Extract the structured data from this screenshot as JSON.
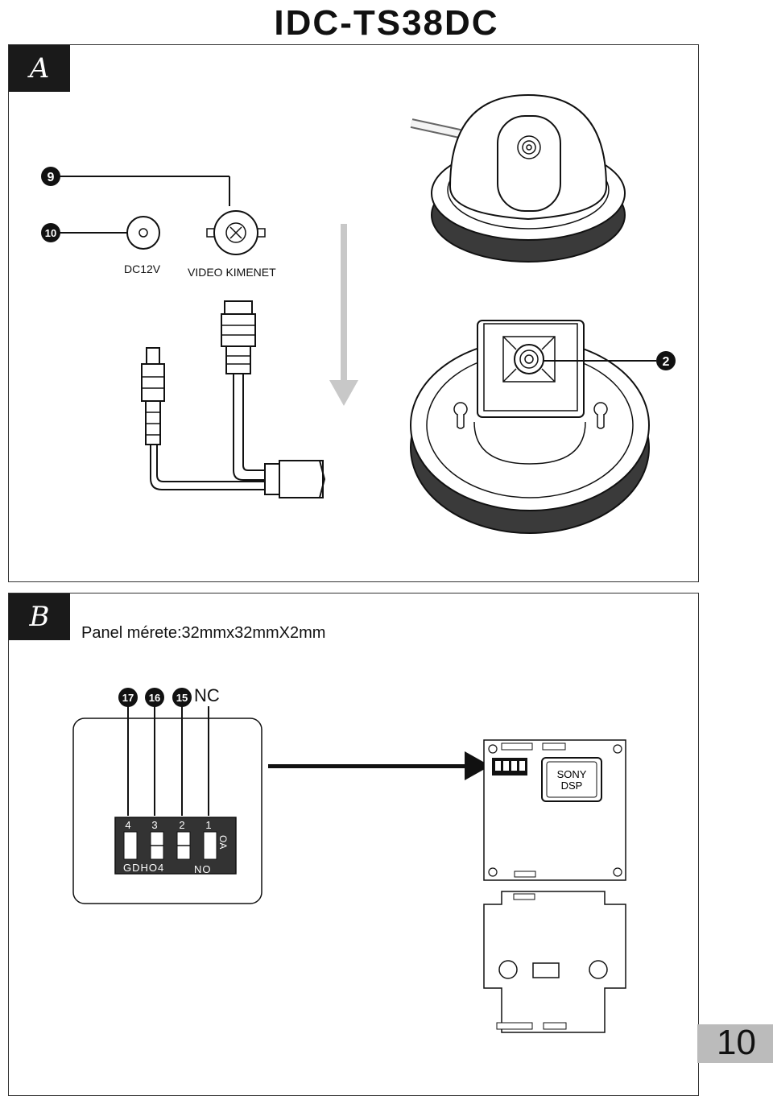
{
  "title": "IDC-TS38DC",
  "panel_a": {
    "tag": "A",
    "callouts": [
      "9",
      "10",
      "2"
    ],
    "dc_label": "DC12V",
    "video_label": "VIDEO KIMENET"
  },
  "panel_b": {
    "tag": "B",
    "size_label": "Panel mérete:32mmx32mmX2mm",
    "callouts": [
      "17",
      "16",
      "15"
    ],
    "nc_label": "NC",
    "switch_numbers": [
      "4",
      "3",
      "2",
      "1"
    ],
    "switch_bottom_left": "GDHO4",
    "switch_bottom_right": "NO",
    "switch_side": "OA",
    "chip_line1": "SONY",
    "chip_line2": "DSP"
  },
  "page_number": "10"
}
